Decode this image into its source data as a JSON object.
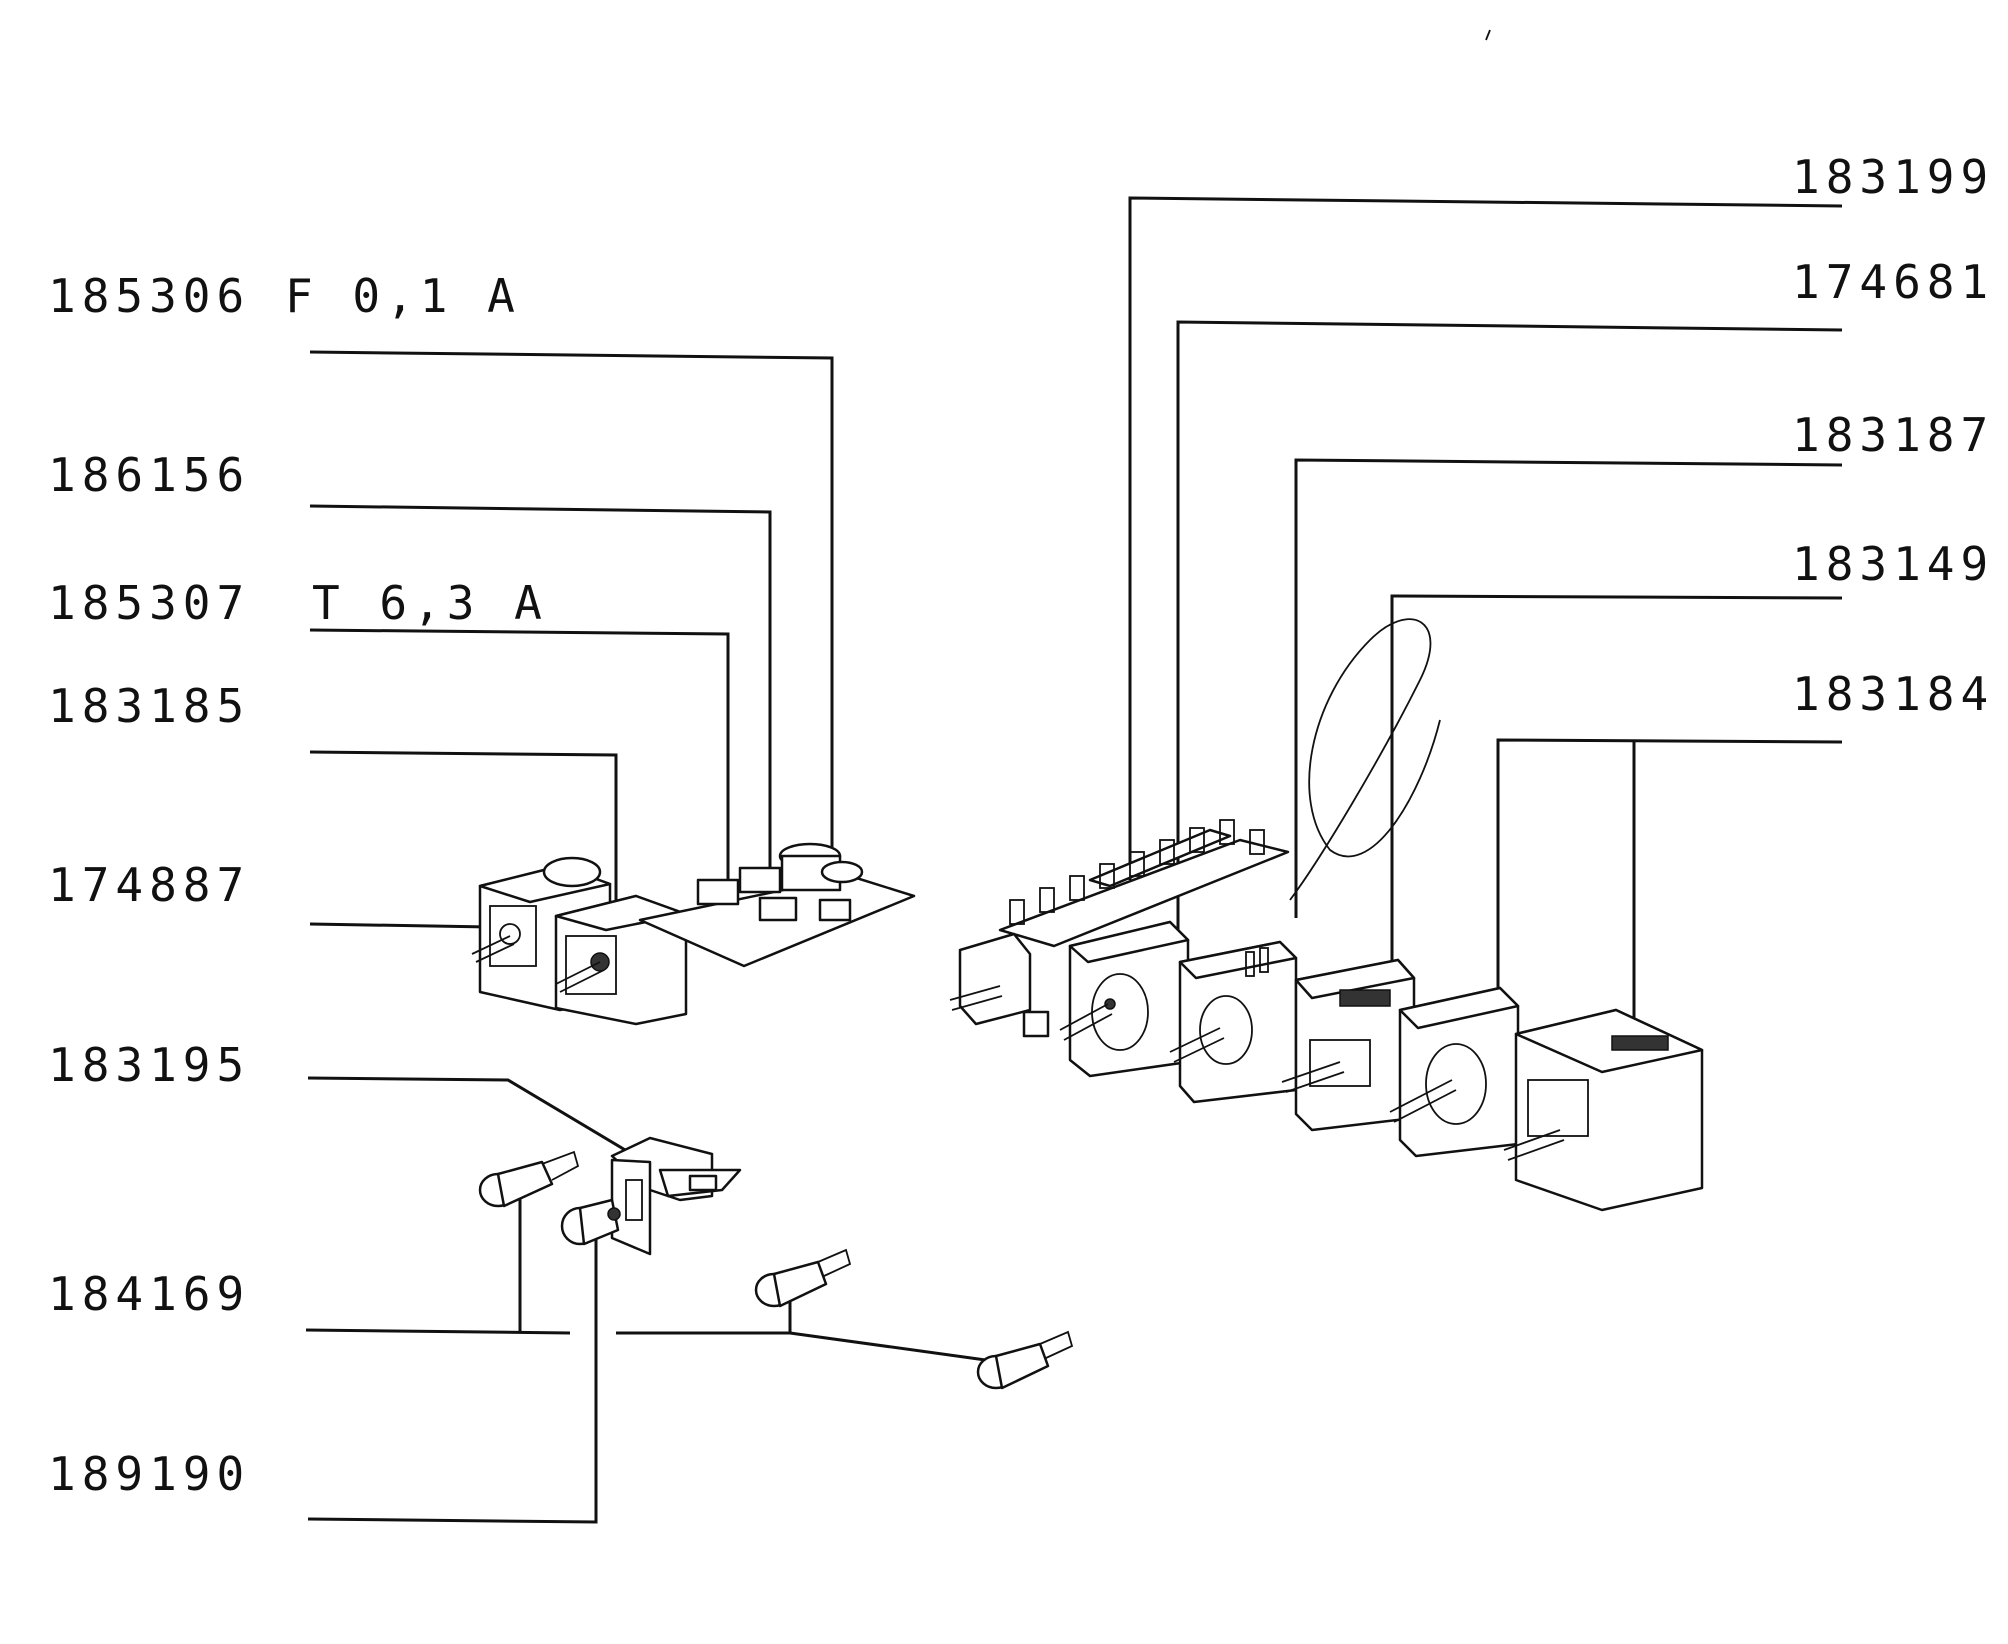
{
  "labels_left": [
    {
      "part": "185306",
      "spec": "F 0,1 A"
    },
    {
      "part": "186156",
      "spec": ""
    },
    {
      "part": "185307",
      "spec": "T 6,3 A"
    },
    {
      "part": "183185",
      "spec": ""
    },
    {
      "part": "174887",
      "spec": ""
    },
    {
      "part": "183195",
      "spec": ""
    },
    {
      "part": "184169",
      "spec": ""
    },
    {
      "part": "189190",
      "spec": ""
    }
  ],
  "labels_right": [
    {
      "part": "183199"
    },
    {
      "part": "174681"
    },
    {
      "part": "183187"
    },
    {
      "part": "183149"
    },
    {
      "part": "183184"
    }
  ]
}
